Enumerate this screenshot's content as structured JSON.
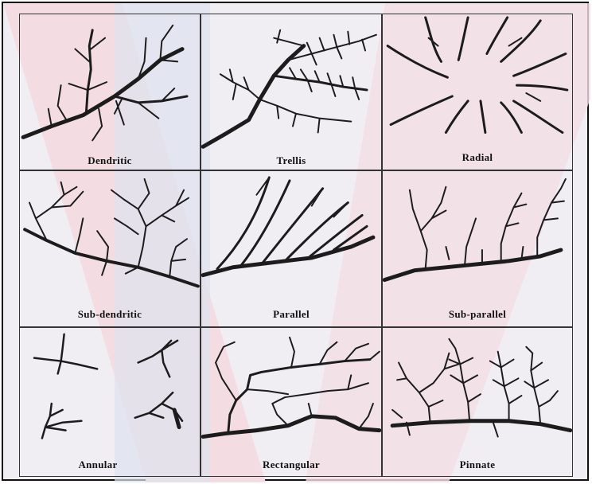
{
  "patterns": [
    {
      "label": "Dendritic"
    },
    {
      "label": "Trellis"
    },
    {
      "label": "Radial"
    },
    {
      "label": "Sub-dendritic"
    },
    {
      "label": "Parallel"
    },
    {
      "label": "Sub-parallel"
    },
    {
      "label": "Annular"
    },
    {
      "label": "Rectangular"
    },
    {
      "label": "Pinnate"
    }
  ]
}
